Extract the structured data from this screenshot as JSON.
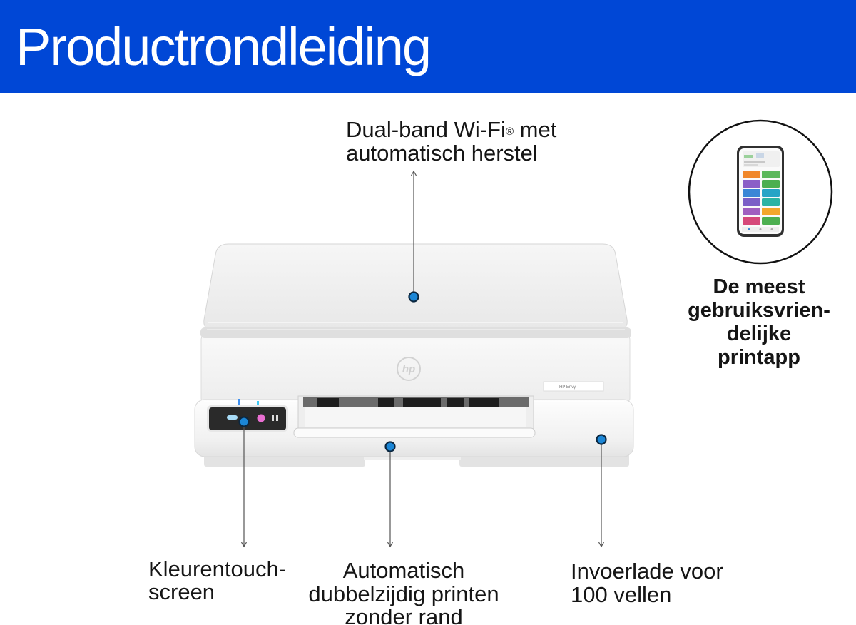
{
  "header": {
    "title": "Productrondleiding"
  },
  "callouts": {
    "wifi": {
      "line1_before": "Dual-band Wi-Fi",
      "line1_reg": "®",
      "line1_after": " met",
      "line2": "automatisch herstel"
    },
    "touchscreen": {
      "lines": [
        "Kleurentouch-",
        "screen"
      ]
    },
    "duplex": {
      "lines": [
        "Automatisch",
        "dubbelzijdig printen",
        "zonder rand"
      ]
    },
    "input_tray": {
      "lines": [
        "Invoerlade voor",
        "100 vellen"
      ]
    },
    "app": {
      "lines": [
        "De meest",
        "gebruiksvrien-",
        "delijke",
        "printapp"
      ]
    }
  },
  "printer": {
    "brand_logo": "hp",
    "model_label": "HP Envy"
  },
  "phone_app": {
    "tile_colors": [
      "#f0872a",
      "#5cb85c",
      "#8b5fc7",
      "#4caf50",
      "#3a86d6",
      "#26a4c6",
      "#7b5fc7",
      "#2bb3a4",
      "#a05fc0",
      "#f2a72c",
      "#d6497a",
      "#4caf50"
    ]
  },
  "colors": {
    "brand_blue": "#0047D6",
    "marker_fill": "#1b86d6",
    "pointer_line": "#555555",
    "app_circle": "#111111"
  }
}
